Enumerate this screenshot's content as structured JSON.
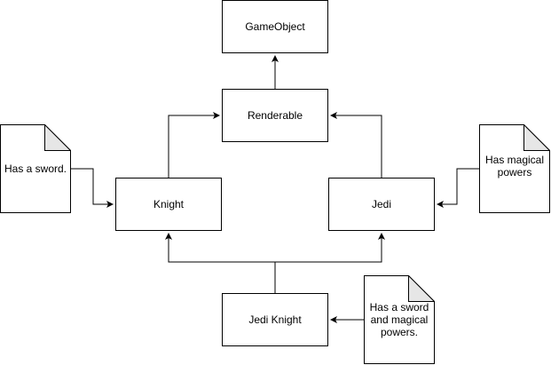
{
  "nodes": {
    "gameobject": {
      "label": "GameObject"
    },
    "renderable": {
      "label": "Renderable"
    },
    "knight": {
      "label": "Knight"
    },
    "jedi": {
      "label": "Jedi"
    },
    "jedi_knight": {
      "label": "Jedi Knight"
    }
  },
  "notes": {
    "knight_note": {
      "text": "Has a sword."
    },
    "jedi_note": {
      "line1": "Has magical",
      "line2": "powers"
    },
    "jedi_knight_note": {
      "line1": "Has a sword",
      "line2": "and magical",
      "line3": "powers."
    }
  },
  "colors": {
    "stroke": "#000000",
    "fill": "#ffffff",
    "fold": "#e6e6e6"
  }
}
